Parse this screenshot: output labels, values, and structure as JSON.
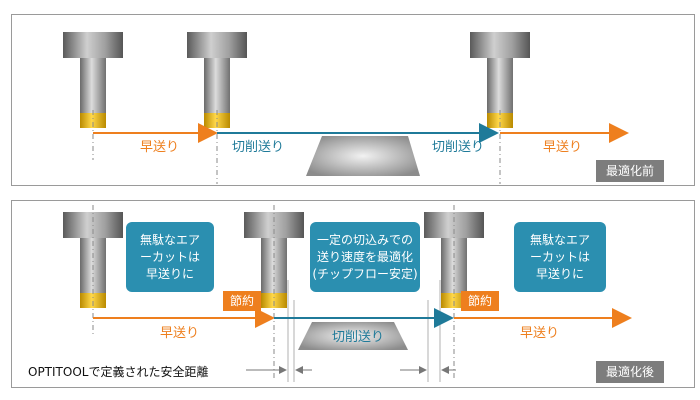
{
  "colors": {
    "rapid": "#ee7f1e",
    "cut": "#1f7a99",
    "box": "#2b8fb0",
    "tag": "#7d7d7d",
    "dashline": "#8a8a8a"
  },
  "panel_before": {
    "tag": "最適化前",
    "rapid_left": "早送り",
    "cut_left": "切削送り",
    "cut_right": "切削送り",
    "rapid_right": "早送り"
  },
  "panel_after": {
    "tag": "最適化後",
    "box1": "無駄なエア\nーカットは\n早送りに",
    "box2": "一定の切込みでの\n送り速度を最適化\n(チップフロー安定)",
    "box3": "無駄なエア\nーカットは\n早送りに",
    "save_left": "節約",
    "save_right": "節約",
    "rapid_left": "早送り",
    "cut_label": "切削送り",
    "rapid_right": "早送り",
    "note": "OPTITOOLで定義された安全距離"
  },
  "icons": [
    "end-mill-tool-icon",
    "workpiece-block-icon"
  ]
}
